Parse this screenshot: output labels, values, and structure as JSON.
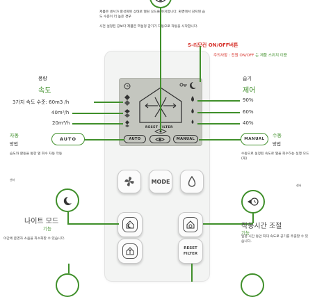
{
  "top": {
    "desc_line1": "제품은 센서가 활성화된 상태로 열린 모드를 유지합니다. 환경에서 감지된 습",
    "desc_line2": "도 수준이 더 높은 경우",
    "desc_line3": "사전 설정된 값보다 제품은 역설정 감가가 자동으로 작동을 시작합니다."
  },
  "remote_button": {
    "label": "S-리모컨 ON/OFF버튼"
  },
  "notice": {
    "prefix": "주의사항 : ",
    "highlight": "전원 ON/OFF",
    "suffix": " 는 제품 스위치 이용"
  },
  "left": {
    "volume_label": "풍량",
    "speed_title": "속도",
    "speed_line": "3가지 속도 수준: 60m3 /h",
    "speed_40": "40m³/h",
    "speed_20": "20m³/h",
    "auto_title": "자동",
    "auto_sub": "방법",
    "auto_desc": "습도와 활동을 통한 열 회수 자동 작동",
    "auto_note": "센서",
    "night_title": "나이트 모드",
    "night_sub": "기능",
    "night_desc": "야간에 운영자 소음을 최소화할 수 있습니다."
  },
  "right": {
    "humidity_label": "습기",
    "control_title": "제어",
    "h90": "90%",
    "h60": "60%",
    "h40": "40%",
    "manual_title": "수동",
    "manual_sub": "방법",
    "manual_desc1": "수동으로 설정된 속도로 열을 회수하는 실행 모드",
    "manual_desc2": "(재)",
    "manual_note": "센서",
    "timer_title": "작동시간 조절",
    "timer_sub": "기능",
    "timer_desc1": "일정 시간 동안 최대 속도로 공기를 주출할 수 있",
    "timer_desc2": "습니다."
  },
  "lcd": {
    "reset_filter": "RESET FILTER",
    "auto": "AUTO",
    "manual": "MANUAL"
  },
  "callouts": {
    "auto": "AUTO",
    "manual": "MANUAL"
  },
  "remote": {
    "mode": "MODE",
    "reset1": "RESET",
    "reset2": "FILTER"
  },
  "colors": {
    "accent": "#3f8f2a",
    "red": "#d6322b",
    "lcd": "#c4c6bf"
  }
}
